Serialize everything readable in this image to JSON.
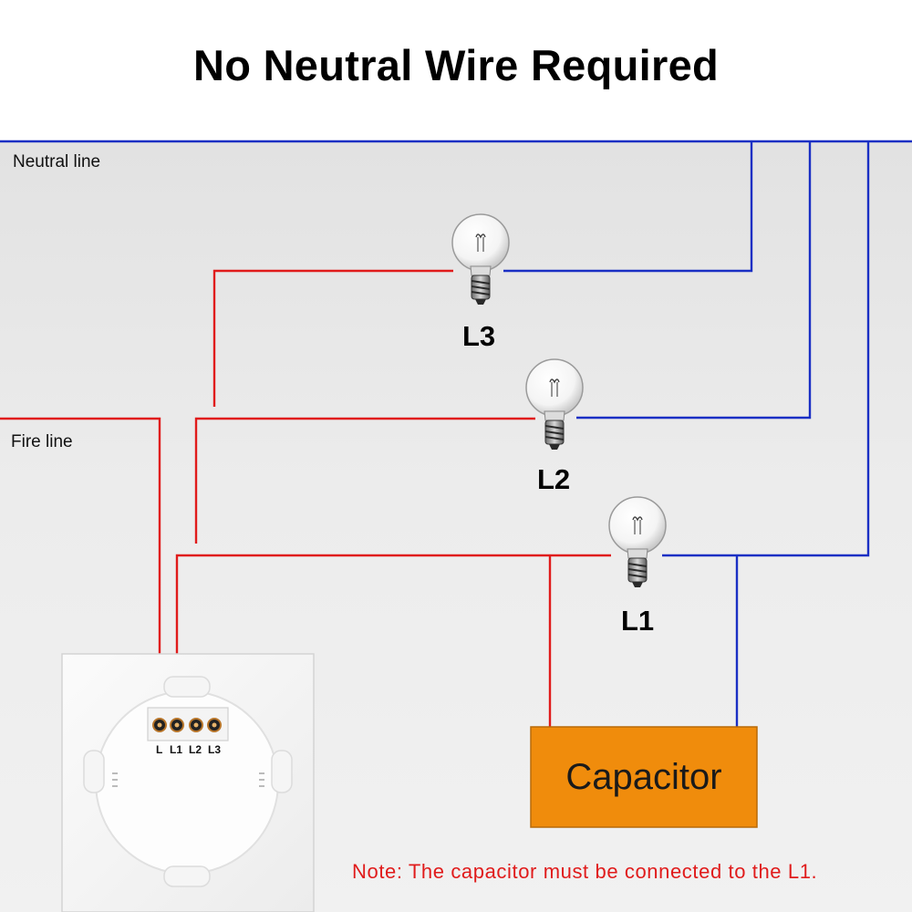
{
  "title": "No Neutral Wire Required",
  "labels": {
    "neutral_line": "Neutral line",
    "fire_line": "Fire line"
  },
  "bulbs": [
    {
      "id": "L3",
      "label": "L3"
    },
    {
      "id": "L2",
      "label": "L2"
    },
    {
      "id": "L1",
      "label": "L1"
    }
  ],
  "switch_terminals": [
    "L",
    "L1",
    "L2",
    "L3"
  ],
  "capacitor": {
    "label": "Capacitor",
    "color": "#f08c0c"
  },
  "note": "Note: The capacitor must be connected to the L1.",
  "colors": {
    "neutral_wire": "#1a2fc4",
    "fire_wire": "#e01b1b",
    "note_text": "#e01b1b"
  }
}
